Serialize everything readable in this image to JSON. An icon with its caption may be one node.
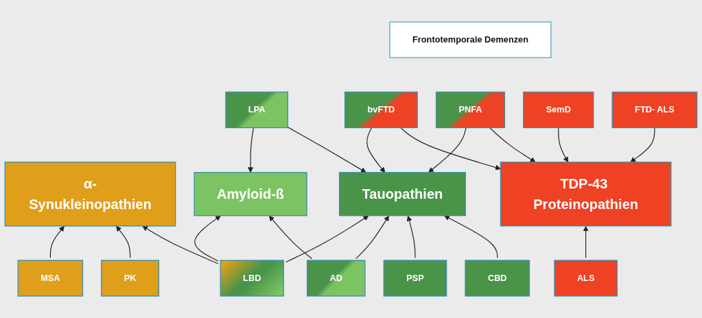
{
  "diagram": {
    "nodes": [
      {
        "text": [
          "Frontotemporale Demenzen"
        ]
      },
      {
        "text": [
          "LPA"
        ]
      },
      {
        "text": [
          "bvFTD"
        ]
      },
      {
        "text": [
          "PNFA"
        ]
      },
      {
        "text": [
          "SemD"
        ]
      },
      {
        "text": [
          "FTD- ALS"
        ]
      },
      {
        "text": [
          "α-Synukleinopathien"
        ]
      },
      {
        "text": [
          "Amyloid-ß"
        ]
      },
      {
        "text": [
          "Tauopathien"
        ]
      },
      {
        "text": [
          "TDP-43 Proteinopathien"
        ]
      },
      {
        "text": [
          "MSA"
        ]
      },
      {
        "text": [
          "PK"
        ]
      },
      {
        "text": [
          "LBD"
        ]
      },
      {
        "text": [
          "AD"
        ]
      },
      {
        "text": [
          "PSP"
        ]
      },
      {
        "text": [
          "CBD"
        ]
      },
      {
        "text": [
          "ALS"
        ]
      }
    ],
    "edges": [
      {
        "from": 1,
        "to": 7,
        "arrow": "to"
      },
      {
        "from": 1,
        "to": 8,
        "arrow": "to"
      },
      {
        "from": 2,
        "to": 8,
        "arrow": "to"
      },
      {
        "from": 2,
        "to": 9,
        "arrow": "to"
      },
      {
        "from": 3,
        "to": 8,
        "arrow": "to"
      },
      {
        "from": 3,
        "to": 9,
        "arrow": "to"
      },
      {
        "from": 4,
        "to": 9,
        "arrow": "to"
      },
      {
        "from": 5,
        "to": 9,
        "arrow": "to"
      },
      {
        "from": 10,
        "to": 6,
        "arrow": "to"
      },
      {
        "from": 11,
        "to": 6,
        "arrow": "to"
      },
      {
        "from": 12,
        "to": 6,
        "arrow": "to"
      },
      {
        "from": 12,
        "to": 7,
        "arrow": "to"
      },
      {
        "from": 12,
        "to": 8,
        "arrow": "to"
      },
      {
        "from": 13,
        "to": 7,
        "arrow": "to"
      },
      {
        "from": 13,
        "to": 8,
        "arrow": "to"
      },
      {
        "from": 14,
        "to": 8,
        "arrow": "to"
      },
      {
        "from": 15,
        "to": 8,
        "arrow": "to"
      },
      {
        "from": 16,
        "to": 9,
        "arrow": "to"
      }
    ]
  }
}
